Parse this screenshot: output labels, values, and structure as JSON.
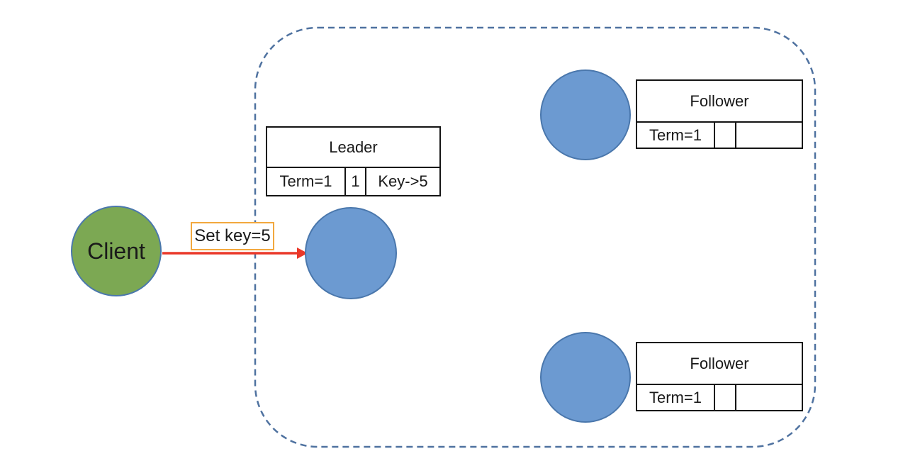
{
  "client": {
    "label": "Client"
  },
  "request": {
    "label": "Set key=5"
  },
  "cluster": {
    "leader": {
      "title": "Leader",
      "cells": [
        "Term=1",
        "1",
        "Key->5"
      ]
    },
    "followers": [
      {
        "title": "Follower",
        "cells": [
          "Term=1",
          "",
          ""
        ]
      },
      {
        "title": "Follower",
        "cells": [
          "Term=1",
          "",
          ""
        ]
      }
    ]
  },
  "colors": {
    "client_fill": "#7ca853",
    "node_fill": "#6c9ad1",
    "node_border": "#4a77ac",
    "arrow_red": "#ea3829",
    "request_box_border": "#f2a83e",
    "cluster_boundary": "#4f72a0",
    "table_border": "#141414"
  }
}
